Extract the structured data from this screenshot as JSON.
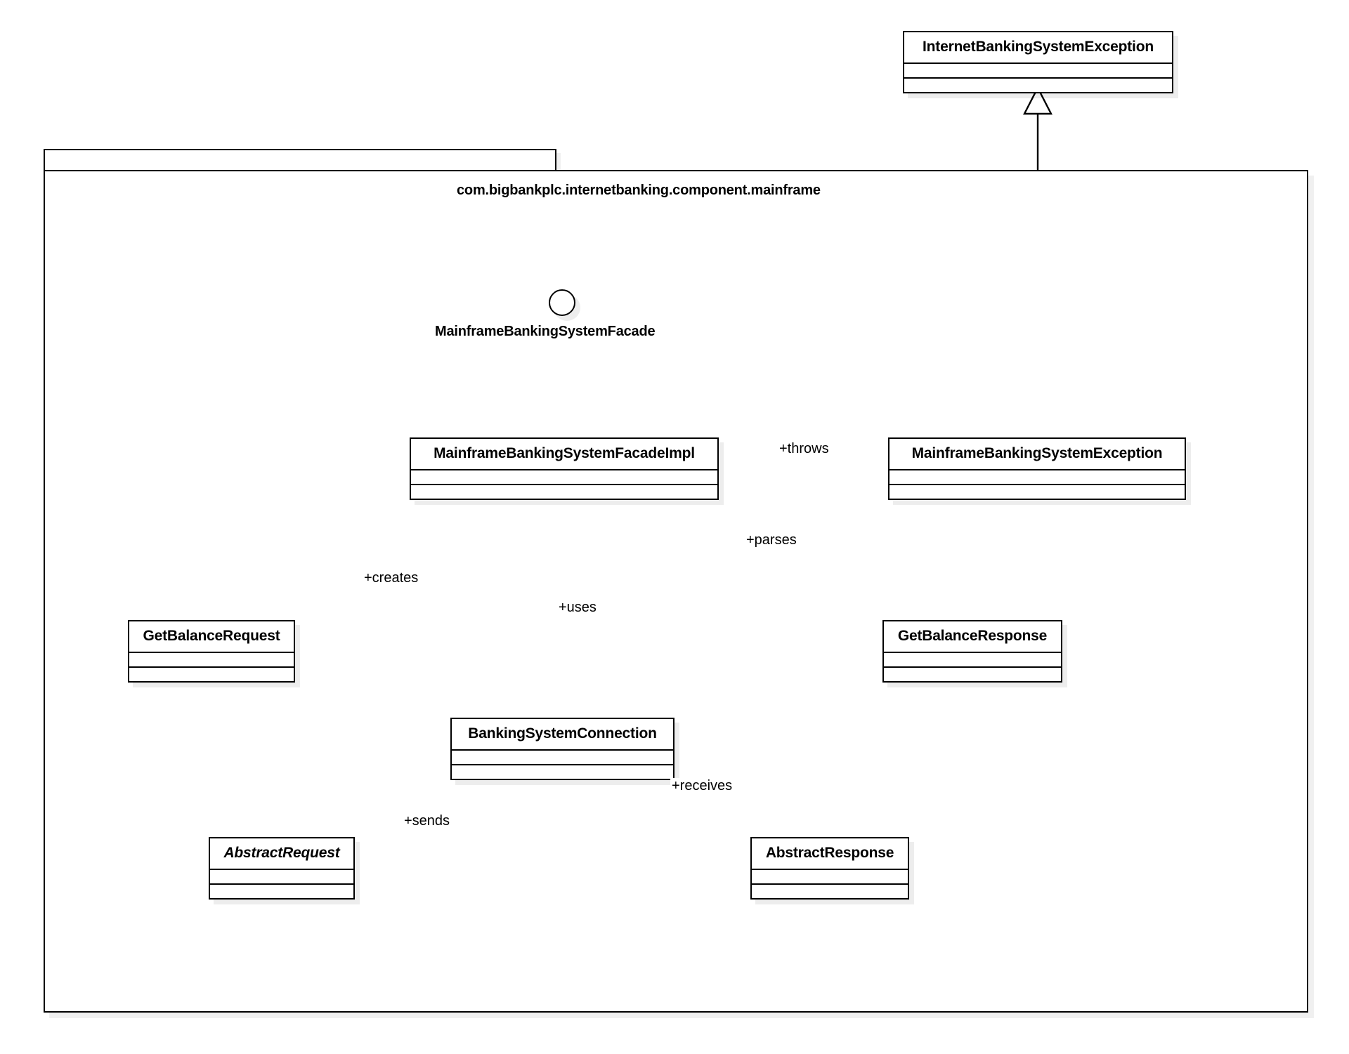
{
  "diagram": {
    "kind": "uml-class-diagram",
    "background": "#ffffff",
    "line_color": "#000000"
  },
  "package": {
    "name": "com.bigbankplc.internetbanking.component.mainframe"
  },
  "interface": {
    "name": "MainframeBankingSystemFacade",
    "notation": "lollipop"
  },
  "classes": [
    {
      "id": "internet-banking-system-exception",
      "name": "InternetBankingSystemException",
      "abstract": false,
      "inside_package": false
    },
    {
      "id": "mainframe-banking-system-facade-impl",
      "name": "MainframeBankingSystemFacadeImpl",
      "abstract": false,
      "inside_package": true
    },
    {
      "id": "mainframe-banking-system-exception",
      "name": "MainframeBankingSystemException",
      "abstract": false,
      "inside_package": true
    },
    {
      "id": "get-balance-request",
      "name": "GetBalanceRequest",
      "abstract": false,
      "inside_package": true
    },
    {
      "id": "get-balance-response",
      "name": "GetBalanceResponse",
      "abstract": false,
      "inside_package": true
    },
    {
      "id": "banking-system-connection",
      "name": "BankingSystemConnection",
      "abstract": false,
      "inside_package": true
    },
    {
      "id": "abstract-request",
      "name": "AbstractRequest",
      "abstract": true,
      "inside_package": true
    },
    {
      "id": "abstract-response",
      "name": "AbstractResponse",
      "abstract": false,
      "inside_package": true
    }
  ],
  "relationships": [
    {
      "id": "rel-throws",
      "label": "+throws",
      "type": "dependency",
      "style": "dashed",
      "arrow": "open",
      "from": "mainframe-banking-system-facade-impl",
      "to": "mainframe-banking-system-exception"
    },
    {
      "id": "rel-creates",
      "label": "+creates",
      "type": "dependency",
      "style": "dashed",
      "arrow": "open",
      "from": "mainframe-banking-system-facade-impl",
      "to": "get-balance-request"
    },
    {
      "id": "rel-uses",
      "label": "+uses",
      "type": "dependency",
      "style": "dashed",
      "arrow": "open",
      "from": "mainframe-banking-system-facade-impl",
      "to": "banking-system-connection"
    },
    {
      "id": "rel-parses",
      "label": "+parses",
      "type": "dependency",
      "style": "dashed",
      "arrow": "open",
      "from": "mainframe-banking-system-facade-impl",
      "to": "get-balance-response"
    },
    {
      "id": "rel-sends",
      "label": "+sends",
      "type": "dependency",
      "style": "dashed",
      "arrow": "open",
      "from": "banking-system-connection",
      "to": "abstract-request"
    },
    {
      "id": "rel-receives",
      "label": "+receives",
      "type": "dependency",
      "style": "dashed",
      "arrow": "open",
      "from": "banking-system-connection",
      "to": "abstract-response"
    },
    {
      "id": "rel-gen-request",
      "label": "",
      "type": "generalization",
      "style": "solid",
      "arrow": "hollow-triangle",
      "from": "get-balance-request",
      "to": "abstract-request"
    },
    {
      "id": "rel-gen-response",
      "label": "",
      "type": "generalization",
      "style": "solid",
      "arrow": "hollow-triangle",
      "from": "get-balance-response",
      "to": "abstract-response"
    },
    {
      "id": "rel-gen-exception",
      "label": "",
      "type": "generalization",
      "style": "solid",
      "arrow": "hollow-triangle",
      "from": "mainframe-banking-system-exception",
      "to": "internet-banking-system-exception"
    },
    {
      "id": "rel-realization",
      "label": "",
      "type": "interface-realization",
      "style": "solid",
      "arrow": "none",
      "from": "mainframe-banking-system-facade-impl",
      "to": "MainframeBankingSystemFacade"
    }
  ]
}
